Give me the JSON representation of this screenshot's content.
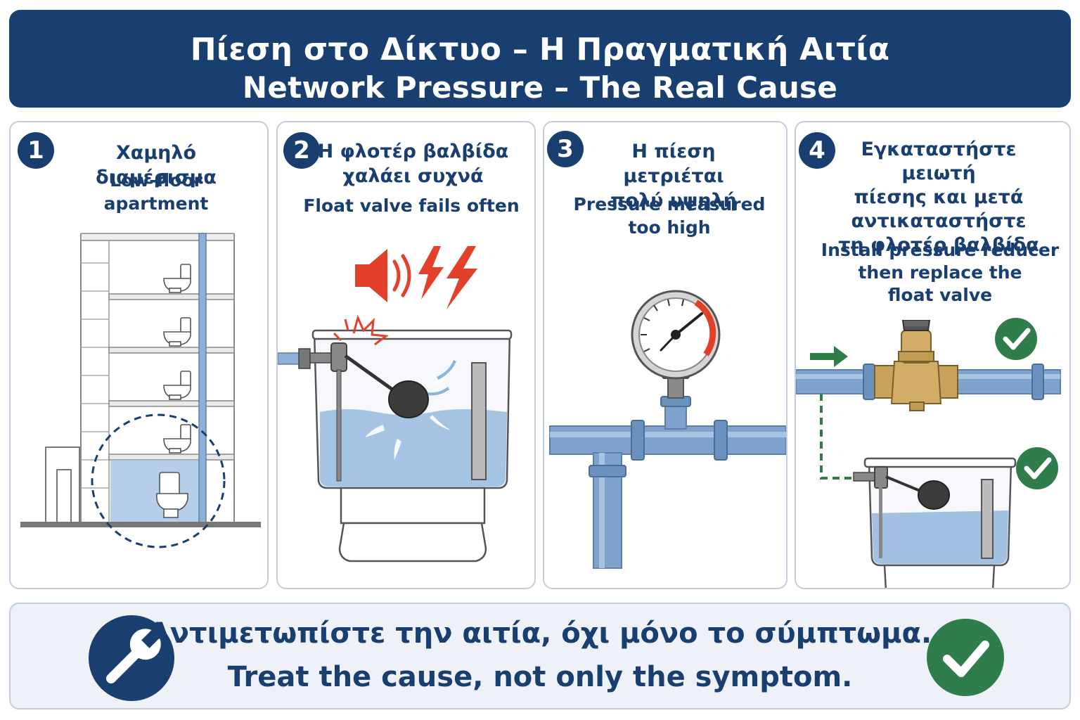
{
  "header": {
    "title_el": "Πίεση στο Δίκτυο – Η Πραγματική Αιτία",
    "title_en": "Network Pressure – The Real Cause"
  },
  "steps": [
    {
      "number": "1",
      "title_el": [
        "Χαμηλό διαμέρισμα"
      ],
      "title_en": [
        "Low-floor apartment"
      ]
    },
    {
      "number": "2",
      "title_el": [
        "Η φλοτέρ βαλβίδα",
        "χαλάει συχνά"
      ],
      "title_en": [
        "Float valve fails often"
      ]
    },
    {
      "number": "3",
      "title_el": [
        "Η πίεση μετριέται",
        "πολύ υψηλή"
      ],
      "title_en": [
        "Pressure measured",
        "too high"
      ]
    },
    {
      "number": "4",
      "title_el": [
        "Εγκαταστήστε μειωτή",
        "πίεσης και μετά",
        "αντικαταστήστε",
        "τη φλοτέρ βαλβίδα"
      ],
      "title_en": [
        "Install pressure reducer",
        "then replace the",
        "float valve"
      ]
    }
  ],
  "footer": {
    "message_el": "Αντιμετωπίστε την αιτία, όχι μόνο το σύμπτωμα.",
    "message_en": "Treat the cause, not only the symptom."
  },
  "colors": {
    "navy": "#183f70",
    "pipe_blue": "#7fa3cc",
    "water_blue": "#9cbde0",
    "alert_red": "#e2402a",
    "check_green": "#2e7d4a",
    "brass": "#c9a35c"
  },
  "icons": [
    "wrench-icon",
    "check-icon",
    "speaker-icon",
    "lightning-icon",
    "pressure-gauge-icon",
    "arrow-right-icon",
    "toilet-icon"
  ]
}
